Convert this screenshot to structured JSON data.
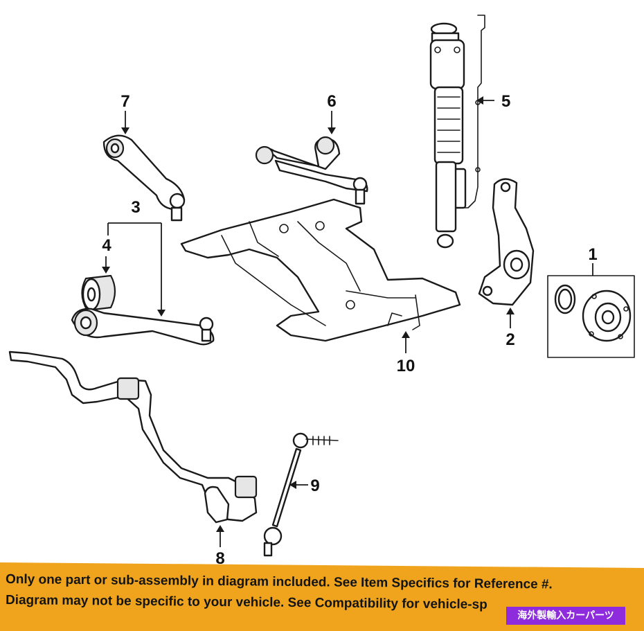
{
  "callouts": {
    "c1": "1",
    "c2": "2",
    "c3": "3",
    "c4": "4",
    "c5": "5",
    "c6": "6",
    "c7": "7",
    "c8": "8",
    "c9": "9",
    "c10": "10"
  },
  "banner": {
    "line1": "Only one part or sub-assembly in diagram included. See Item Specifics for Reference #.",
    "line2": "Diagram may not be specific to your vehicle. See Compatibility for vehicle-sp",
    "seller_tag": "海外製輸入カーパーツ",
    "color": "#f0a41e",
    "tag_color": "#8e2bdc"
  }
}
